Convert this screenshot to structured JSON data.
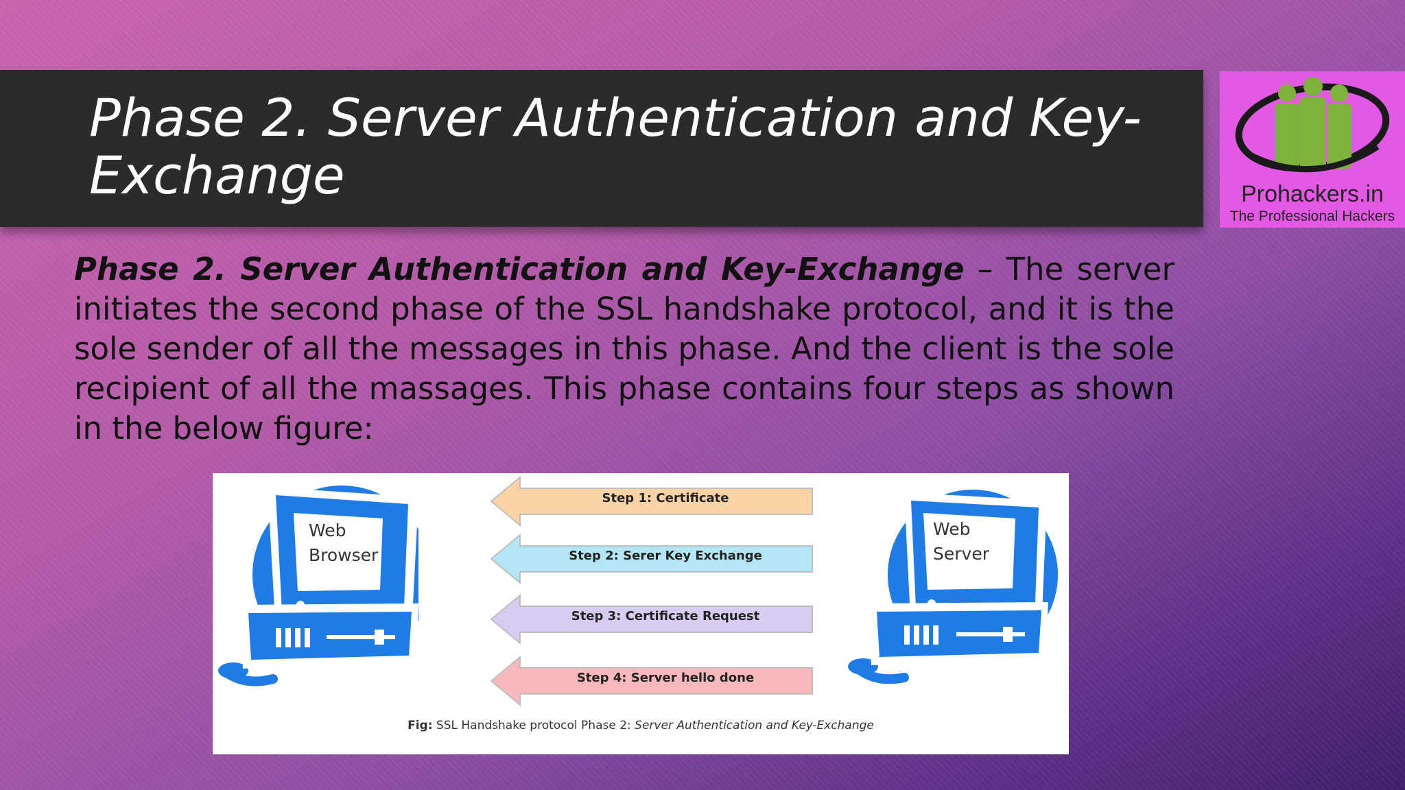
{
  "slide": {
    "title": "Phase 2. Server Authentication and Key-Exchange"
  },
  "logo": {
    "name": "Prohackers.in",
    "tagline": "The Professional Hackers",
    "colors": {
      "background": "#e459e4",
      "figures": "#7fb23a",
      "ring": "#1a1a1a"
    }
  },
  "body": {
    "lead": "Phase 2. Server Authentication and Key-Exchange",
    "text": " – The server initiates the second phase of the SSL handshake protocol, and it is the sole sender of all the messages in this phase. And the client is the sole recipient of all the massages. This phase contains four steps as shown in the below figure:"
  },
  "figure": {
    "client": {
      "line1": "Web",
      "line2": "Browser"
    },
    "server": {
      "line1": "Web",
      "line2": "Server"
    },
    "steps": [
      {
        "label": "Step 1: Certificate",
        "color": "#fbd3a7"
      },
      {
        "label": "Step 2: Serer Key Exchange",
        "color": "#b5e6f5"
      },
      {
        "label": "Step 3: Certificate Request",
        "color": "#d6ccef"
      },
      {
        "label": "Step 4: Server hello done",
        "color": "#f8b9bd"
      }
    ],
    "caption": {
      "prefix": "Fig:",
      "plain": " SSL Handshake protocol Phase 2: ",
      "emphasis": "Server Authentication and Key-Exchange"
    },
    "computer_color": "#1f7be6"
  }
}
